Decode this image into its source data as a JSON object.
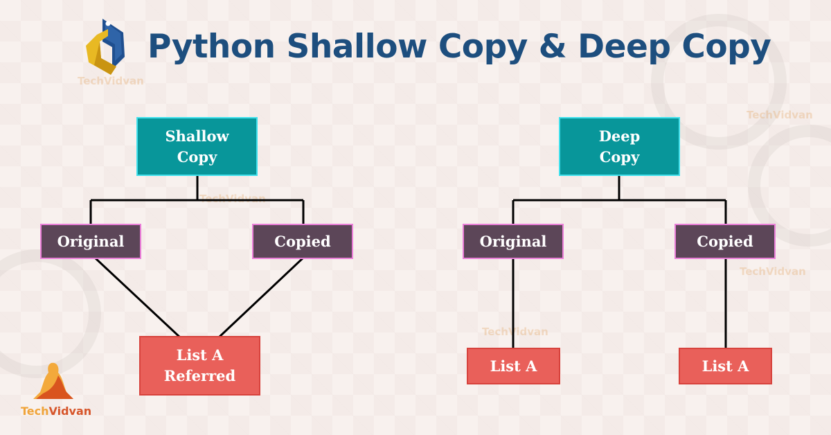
{
  "header": {
    "title": "Python Shallow Copy & Deep Copy",
    "logo_icon": "python-logo-icon"
  },
  "colors": {
    "title": "#1d4e7e",
    "root_fill": "#08969a",
    "root_border": "#3fe0ec",
    "mid_fill": "#5c4658",
    "mid_border": "#ea7ed8",
    "leaf_fill": "#e9605a",
    "leaf_border": "#d7423c",
    "lines": "#000000",
    "background": "#f8f1ee"
  },
  "shallow": {
    "root": "Shallow Copy",
    "root_lines": [
      "Shallow",
      "Copy"
    ],
    "original": "Original",
    "copied": "Copied",
    "leaf_lines": [
      "List A",
      "Referred"
    ]
  },
  "deep": {
    "root_lines": [
      "Deep",
      "Copy"
    ],
    "original": "Original",
    "copied": "Copied",
    "leaf_left": "List A",
    "leaf_right": "List A"
  },
  "brand": {
    "name_part1": "Tech",
    "name_part2": "Vidvan",
    "watermark": "TechVidvan"
  }
}
